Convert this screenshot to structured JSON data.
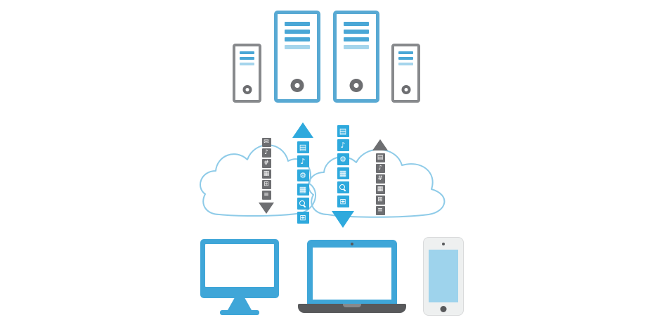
{
  "diagram": {
    "title": "cloud-computing-sync-diagram",
    "description": "Four server towers exchange data through two overlapping cloud outlines via upload/download icon streams, connecting to a desktop monitor, a laptop and a smartphone."
  },
  "colors": {
    "server_border_blue": "#58a9d3",
    "server_border_gray": "#87898c",
    "stripe_blue": "#4aa7d6",
    "stripe_light": "#a5d5ec",
    "circle_gray": "#6d6e71",
    "tile_blue": "#2ea9dd",
    "tile_gray": "#6d6e71",
    "arrow_blue": "#2ea9dd",
    "arrow_gray": "#6d6e71",
    "cloud_stroke": "#8ecbe8",
    "device_blue": "#3fa6d8",
    "dark_gray": "#58595b",
    "phone_body": "#eef0f0",
    "phone_screen": "#9ed3ec"
  },
  "servers": [
    {
      "id": "server-small-left",
      "size": "small",
      "frame": "gray",
      "stripes": [
        "blue",
        "blue",
        "light"
      ]
    },
    {
      "id": "server-large-left",
      "size": "large",
      "frame": "blue",
      "stripes": [
        "blue",
        "blue",
        "blue",
        "light"
      ]
    },
    {
      "id": "server-large-right",
      "size": "large",
      "frame": "blue",
      "stripes": [
        "blue",
        "blue",
        "blue",
        "light"
      ]
    },
    {
      "id": "server-small-right",
      "size": "small",
      "frame": "gray",
      "stripes": [
        "blue",
        "blue",
        "light"
      ]
    }
  ],
  "cloud": {
    "columns": [
      {
        "id": "upload-stream-gray",
        "color": "gray",
        "size": "small",
        "arrow": {
          "dir": "down",
          "pos": "below",
          "color": "gray"
        },
        "icons": [
          "mail",
          "music",
          "hash",
          "apps",
          "calculator",
          "list"
        ]
      },
      {
        "id": "upload-stream-blue",
        "color": "blue",
        "size": "large",
        "arrow": {
          "dir": "up",
          "pos": "above",
          "color": "blue"
        },
        "icons": [
          "book",
          "music",
          "gear",
          "apps",
          "search",
          "calculator"
        ]
      },
      {
        "id": "download-stream-blue",
        "color": "blue",
        "size": "large",
        "arrow": {
          "dir": "down",
          "pos": "below",
          "color": "blue"
        },
        "icons": [
          "book",
          "music",
          "gear",
          "apps",
          "search",
          "calculator"
        ]
      },
      {
        "id": "download-stream-gray",
        "color": "gray",
        "size": "small",
        "arrow": {
          "dir": "up",
          "pos": "above",
          "color": "gray"
        },
        "icons": [
          "book",
          "music",
          "hash",
          "apps",
          "calculator",
          "list"
        ]
      }
    ],
    "icon_glyphs": {
      "mail": "✉",
      "music": "♪",
      "hash": "#",
      "apps": "▦",
      "calculator": "⊞",
      "list": "≡",
      "book": "▤",
      "gear": "⚙",
      "search": "css:magnifier"
    }
  },
  "devices": [
    {
      "id": "desktop-monitor",
      "type": "desktop"
    },
    {
      "id": "laptop",
      "type": "laptop"
    },
    {
      "id": "smartphone",
      "type": "phone"
    }
  ]
}
